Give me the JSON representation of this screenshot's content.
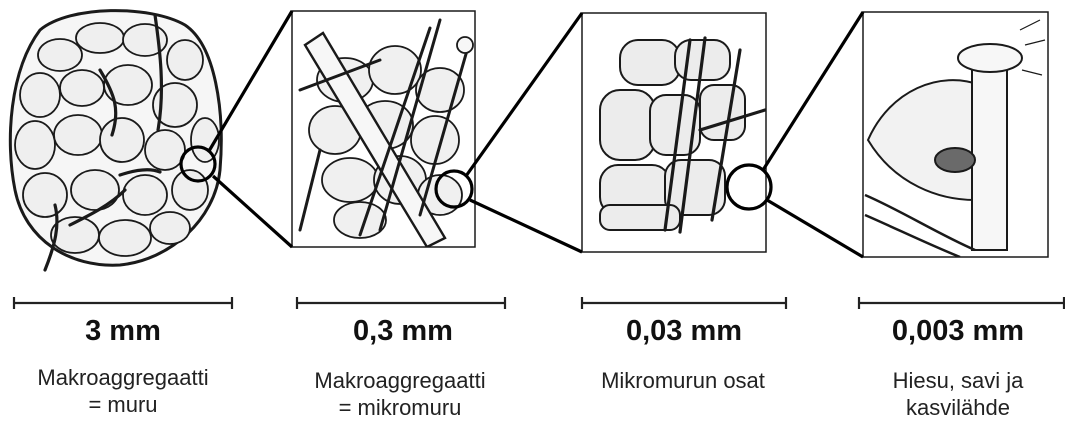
{
  "stages": [
    {
      "scale": "3 mm",
      "caption": [
        "Makroaggregaatti",
        "= muru"
      ]
    },
    {
      "scale": "0,3 mm",
      "caption": [
        "Makroaggregaatti",
        "= mikromuru"
      ]
    },
    {
      "scale": "0,03 mm",
      "caption": [
        "Mikromurun osat"
      ]
    },
    {
      "scale": "0,003 mm",
      "caption": [
        "Hiesu, savi ja",
        "kasvilähde"
      ]
    }
  ]
}
